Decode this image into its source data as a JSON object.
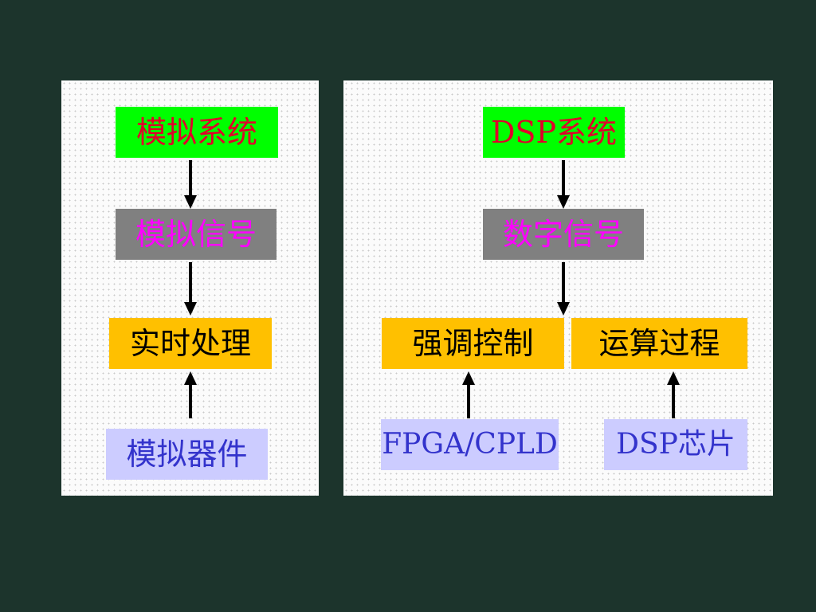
{
  "diagram": {
    "left": {
      "analog_system": "模拟系统",
      "analog_signal": "模拟信号",
      "realtime_processing": "实时处理",
      "analog_device": "模拟器件"
    },
    "right": {
      "dsp_system": "DSP系统",
      "digital_signal": "数字信号",
      "emphasis_control": "强调控制",
      "computation_process": "运算过程",
      "fpga_cpld": "FPGA/CPLD",
      "dsp_chip": "DSP芯片"
    }
  },
  "colors": {
    "background": "#1c342c",
    "green_box": "#00ff00",
    "gray_box": "#808080",
    "yellow_box": "#ffc000",
    "lavender_box": "#ccccff"
  }
}
